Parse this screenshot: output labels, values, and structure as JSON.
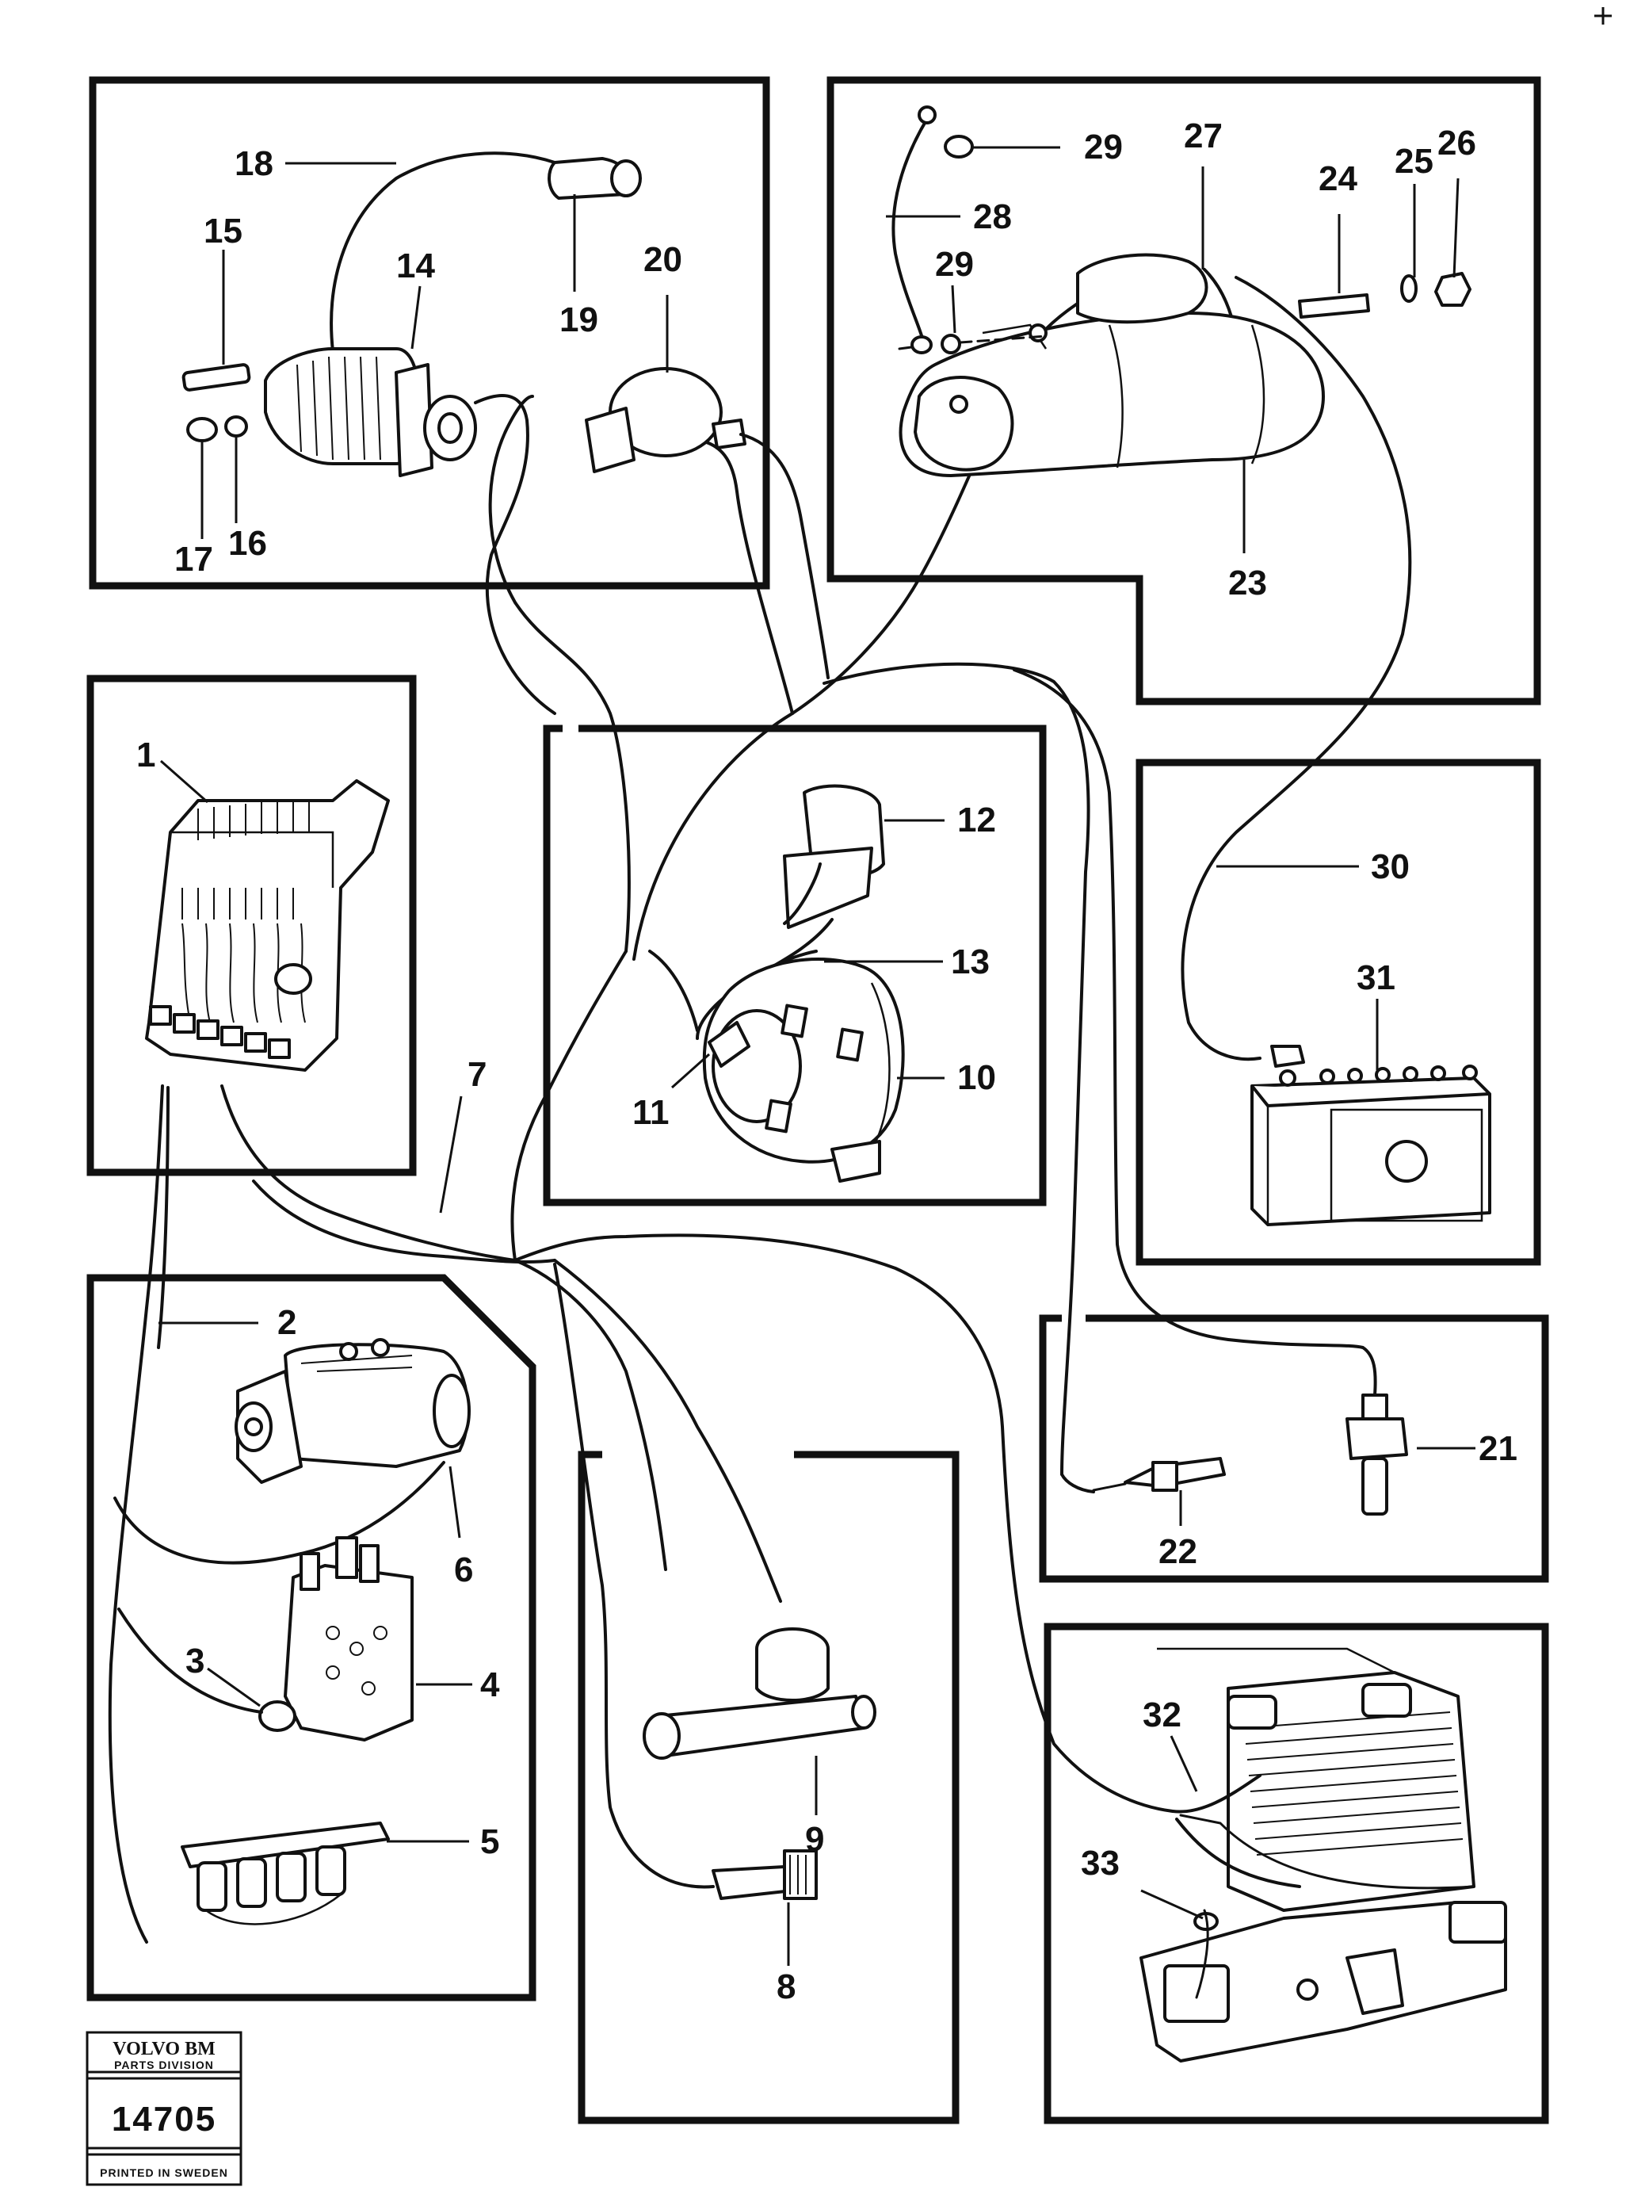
{
  "callouts": {
    "c1": "1",
    "c2": "2",
    "c3": "3",
    "c4": "4",
    "c5": "5",
    "c6": "6",
    "c7": "7",
    "c8": "8",
    "c9": "9",
    "c10": "10",
    "c11": "11",
    "c12": "12",
    "c13": "13",
    "c14": "14",
    "c15": "15",
    "c16": "16",
    "c17": "17",
    "c18": "18",
    "c19": "19",
    "c20": "20",
    "c21": "21",
    "c22": "22",
    "c23": "23",
    "c24": "24",
    "c25": "25",
    "c26": "26",
    "c27": "27",
    "c28": "28",
    "c29a": "29",
    "c29b": "29",
    "c30": "30",
    "c31": "31",
    "c32": "32",
    "c33": "33"
  },
  "stamp": {
    "brand": "VOLVO BM",
    "division": "PARTS DIVISION",
    "number": "14705",
    "printed": "PRINTED IN SWEDEN"
  }
}
